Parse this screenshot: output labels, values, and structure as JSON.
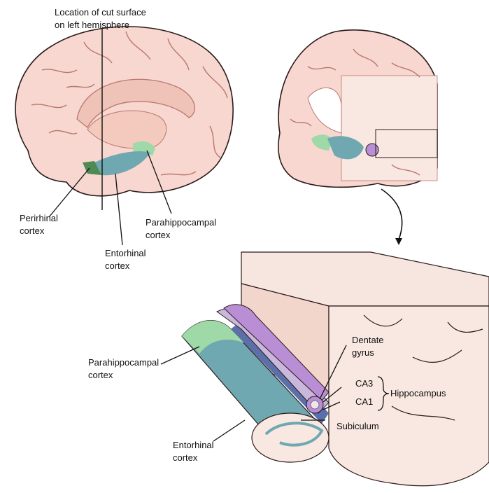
{
  "labels": {
    "cut_surface": [
      "Location of cut surface",
      "on left hemisphere"
    ],
    "perirhinal": [
      "Perirhinal",
      "cortex"
    ],
    "entorhinal_top": [
      "Entorhinal",
      "cortex"
    ],
    "parahippocampal_top": [
      "Parahippocampal",
      "cortex"
    ],
    "parahippocampal_bottom": [
      "Parahippocampal",
      "cortex"
    ],
    "entorhinal_bottom": [
      "Entorhinal",
      "cortex"
    ],
    "dentate": [
      "Dentate",
      "gyrus"
    ],
    "ca3": "CA3",
    "ca1": "CA1",
    "hippocampus": "Hippocampus",
    "subiculum": "Subiculum"
  },
  "colors": {
    "brain": "#f7d7cf",
    "brain_outline": "#2a1a1a",
    "sulcus": "#b9786f",
    "inner": "#f0c3b8",
    "entorhinal": "#6fa8b0",
    "parahippocampal": "#9fd9a8",
    "perirhinal": "#4f8a55",
    "ca_lavender": "#c9b8dc",
    "ca_purple": "#b98ed4",
    "block_top": "#f7e6e0",
    "block_side": "#f2d6cc"
  }
}
